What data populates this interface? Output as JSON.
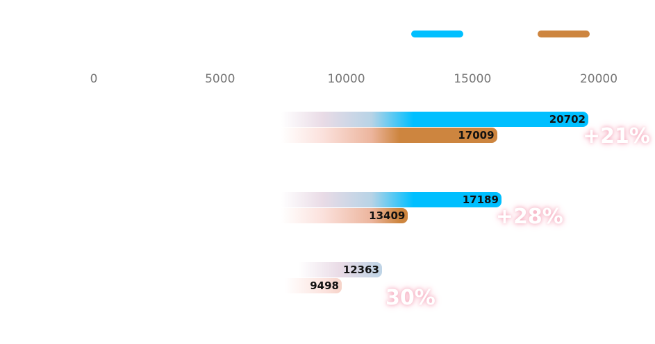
{
  "chart_data": {
    "type": "bar",
    "orientation": "horizontal",
    "x_ticks": [
      "0",
      "5000",
      "10000",
      "15000",
      "20000"
    ],
    "xlim": [
      0,
      20000
    ],
    "series": [
      {
        "name": "",
        "color": "#00bfff",
        "values": [
          20702,
          17189,
          12363
        ]
      },
      {
        "name": "",
        "color": "#cd853f",
        "values": [
          17009,
          13409,
          9498
        ]
      }
    ],
    "categories": [
      "",
      "",
      ""
    ],
    "annotations": [
      "+21%",
      "+28%",
      "30%"
    ],
    "legend": "top-right"
  }
}
